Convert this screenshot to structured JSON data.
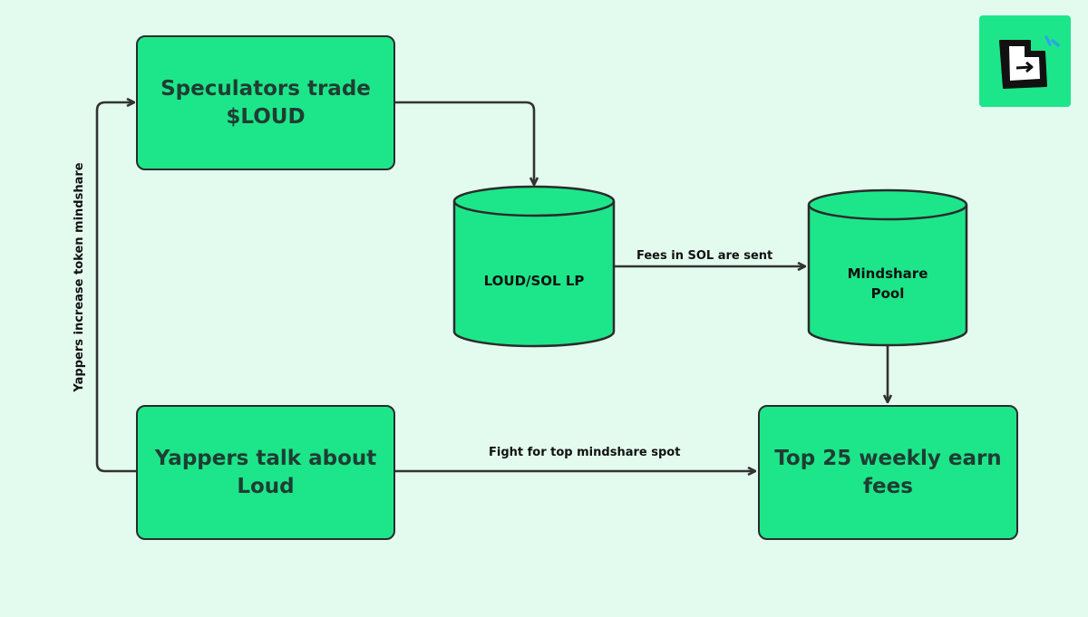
{
  "colors": {
    "background": "#e3fbef",
    "node_fill": "#1de68a",
    "stroke": "#2b2b2b",
    "logo_accent": "#2aa7e0"
  },
  "nodes": {
    "speculators": {
      "line1": "Speculators trade",
      "line2": "$LOUD"
    },
    "lp": {
      "label": "LOUD/SOL LP"
    },
    "mindshare_pool": {
      "line1": "Mindshare",
      "line2": "Pool"
    },
    "yappers": {
      "line1": "Yappers talk about",
      "line2": "Loud"
    },
    "top25": {
      "line1": "Top 25 weekly earn",
      "line2": "fees"
    }
  },
  "edges": {
    "fees_sent": "Fees in SOL are sent",
    "fight": "Fight for top mindshare spot",
    "increase_mindshare": "Yappers increase token mindshare"
  },
  "logo": {
    "icon": "loud-logo-icon"
  }
}
